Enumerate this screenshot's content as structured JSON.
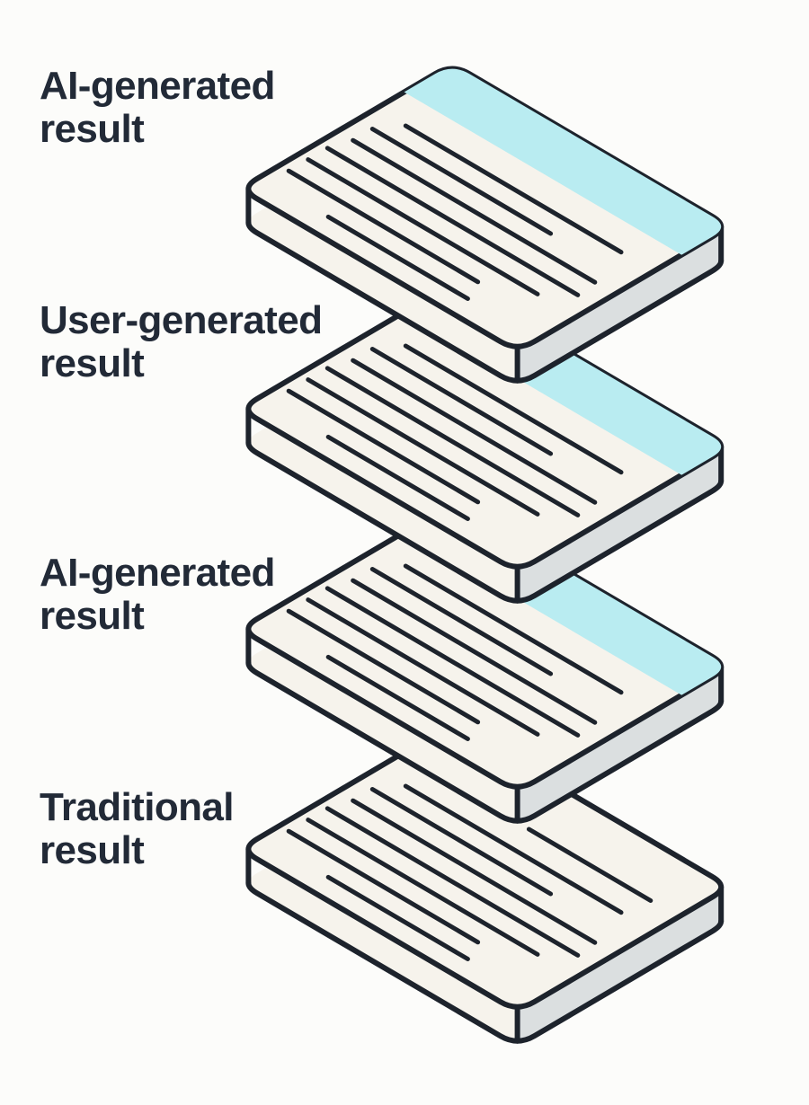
{
  "figure": {
    "type": "isometric-stacked-result-cards",
    "colors": {
      "background": "#fcfcfa",
      "card_face": "#f6f3ec",
      "card_side_right": "#dbdfe0",
      "highlight_stripe": "#b9ecf1",
      "outline": "#1d232c",
      "label_text": "#222a37"
    },
    "cards": [
      {
        "label": "AI-generated\nresult",
        "highlight_stripe": true
      },
      {
        "label": "User-generated\nresult",
        "highlight_stripe": true
      },
      {
        "label": "AI-generated\nresult",
        "highlight_stripe": true
      },
      {
        "label": "Traditional\nresult",
        "highlight_stripe": false
      }
    ]
  }
}
